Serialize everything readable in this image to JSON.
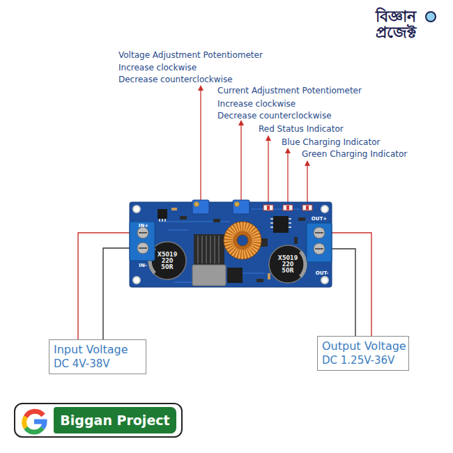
{
  "diagram": {
    "nodes": [
      {
        "text": [
          "Input Voltage",
          "DC 4V-38V"
        ]
      },
      {
        "text": [
          "Output Voltage",
          "DC 1.25V-36V"
        ]
      },
      {
        "text": [
          "Biggan Project"
        ]
      }
    ],
    "labels": [
      "Voltage Adjustment Potentiometer",
      "Increase clockwise",
      "Decrease counterclockwise",
      "Current Adjustment Potentiometer",
      "Increase clockwise",
      "Decrease counterclockwise",
      "Red Status Indicator",
      "Blue Charging Indicator",
      "Green Charging Indicator",
      "IN+",
      "IN-",
      "OUT+",
      "OUT-",
      "X5019",
      "220",
      "50R",
      "X5019",
      "220",
      "50R",
      "বিজ্ঞান প্রজেক্ট"
    ]
  }
}
